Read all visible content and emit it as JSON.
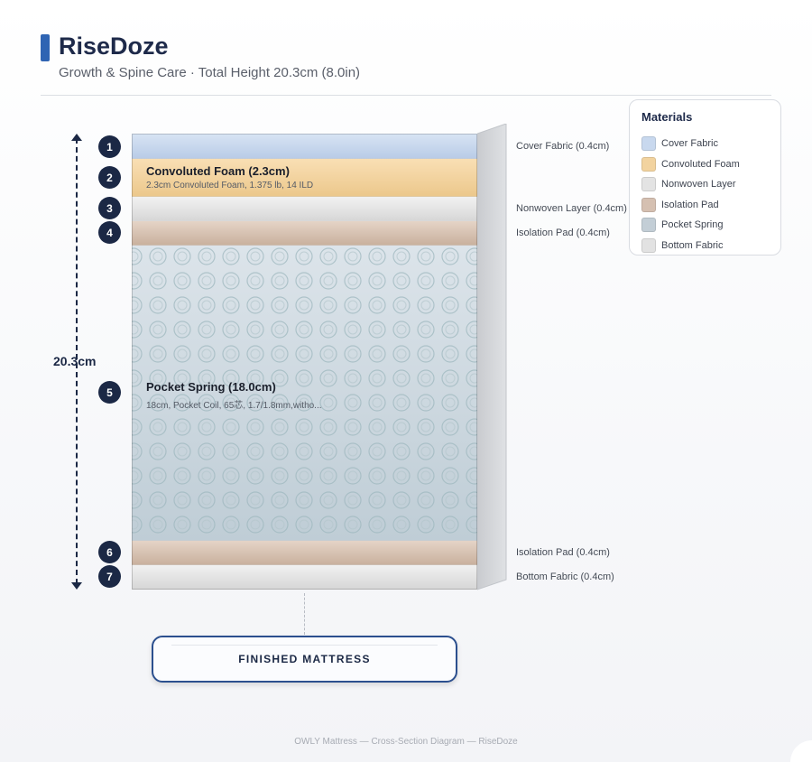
{
  "header": {
    "title": "RiseDoze",
    "subtitle": "Growth & Spine Care · Total Height 20.3cm (8.0in)"
  },
  "dimension": {
    "label": "20.3cm"
  },
  "layers": [
    {
      "number": "1",
      "right_label": "Cover Fabric (0.4cm)",
      "color": "#c8d8ee"
    },
    {
      "number": "2",
      "title": "Convoluted Foam (2.3cm)",
      "description": "2.3cm Convoluted Foam, 1.375 lb, 14 ILD",
      "color": "#f2d39f"
    },
    {
      "number": "3",
      "right_label": "Nonwoven Layer (0.4cm)",
      "color": "#e3e3e3"
    },
    {
      "number": "4",
      "right_label": "Isolation Pad (0.4cm)",
      "color": "#d5c0b1"
    },
    {
      "number": "5",
      "title": "Pocket Spring (18.0cm)",
      "description": "18cm, Pocket Coil, 65芯, 1.7/1.8mm,witho...",
      "color": "#cfd9e0"
    },
    {
      "number": "6",
      "right_label": "Isolation Pad (0.4cm)",
      "color": "#d5c0b1"
    },
    {
      "number": "7",
      "right_label": "Bottom Fabric (0.4cm)",
      "color": "#e2e2e2"
    }
  ],
  "legend": {
    "title": "Materials",
    "items": [
      {
        "label": "Cover Fabric",
        "color": "#c8d8ee"
      },
      {
        "label": "Convoluted Foam",
        "color": "#f2d39f"
      },
      {
        "label": "Nonwoven Layer",
        "color": "#e3e3e3"
      },
      {
        "label": "Isolation Pad",
        "color": "#d5c0b1"
      },
      {
        "label": "Pocket Spring",
        "color": "#c3ced6"
      },
      {
        "label": "Bottom Fabric",
        "color": "#e2e2e2"
      }
    ]
  },
  "finished": {
    "label": "FINISHED MATTRESS"
  },
  "footer": {
    "text": "OWLY Mattress — Cross-Section Diagram — RiseDoze"
  }
}
